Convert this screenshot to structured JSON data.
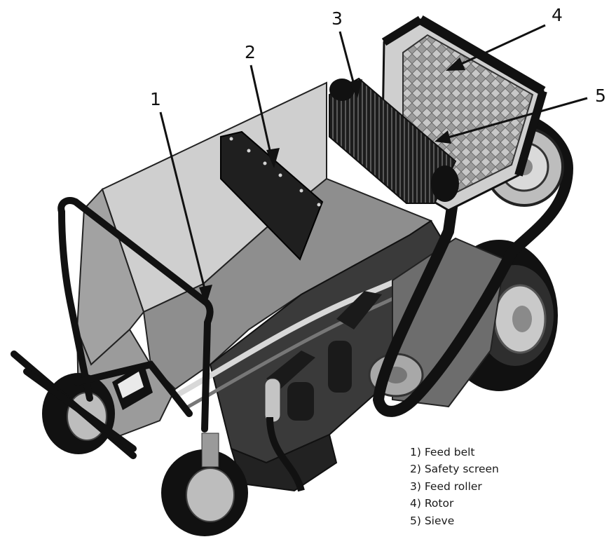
{
  "callouts": [
    {
      "number": "1",
      "target": "Feed belt"
    },
    {
      "number": "2",
      "target": "Safety screen"
    },
    {
      "number": "3",
      "target": "Feed roller"
    },
    {
      "number": "4",
      "target": "Rotor"
    },
    {
      "number": "5",
      "target": "Sieve"
    }
  ],
  "legend": {
    "items": [
      {
        "label": "1) Feed belt"
      },
      {
        "label": "2) Safety screen"
      },
      {
        "label": "3) Feed roller"
      },
      {
        "label": "4) Rotor"
      },
      {
        "label": "5) Sieve"
      }
    ]
  }
}
